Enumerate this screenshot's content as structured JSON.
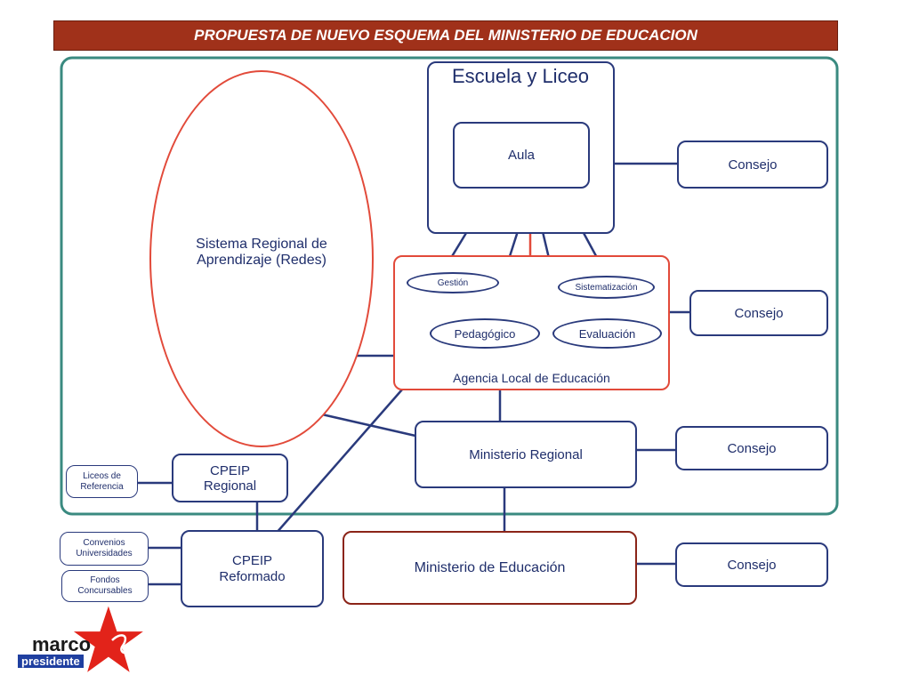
{
  "title": "PROPUESTA DE NUEVO ESQUEMA DEL MINISTERIO DE EDUCACION",
  "nodes": {
    "escuela": "Escuela y Liceo",
    "aula": "Aula",
    "sistema_regional": "Sistema Regional de Aprendizaje (Redes)",
    "agencia_local": "Agencia Local de Educación",
    "gestion": "Gestión",
    "sistematizacion": "Sistematización",
    "pedagogico": "Pedagógico",
    "evaluacion": "Evaluación",
    "ministerio_regional": "Ministerio Regional",
    "cpeip_regional": "CPEIP Regional",
    "liceos_referencia": "Liceos de Referencia",
    "cpeip_reformado": "CPEIP Reformado",
    "convenios": "Convenios Universidades",
    "fondos": "Fondos Concursables",
    "ministerio_educacion": "Ministerio de Educación",
    "consejo_1": "Consejo",
    "consejo_2": "Consejo",
    "consejo_3": "Consejo",
    "consejo_4": "Consejo"
  },
  "logo": {
    "line1": "marco",
    "line2": "presidente"
  },
  "colors": {
    "title_bar": "#a0311a",
    "frame": "#3a8a80",
    "box_border": "#2a3a7c",
    "red_accent": "#e24a3a",
    "ministerio_border": "#8b2418"
  }
}
